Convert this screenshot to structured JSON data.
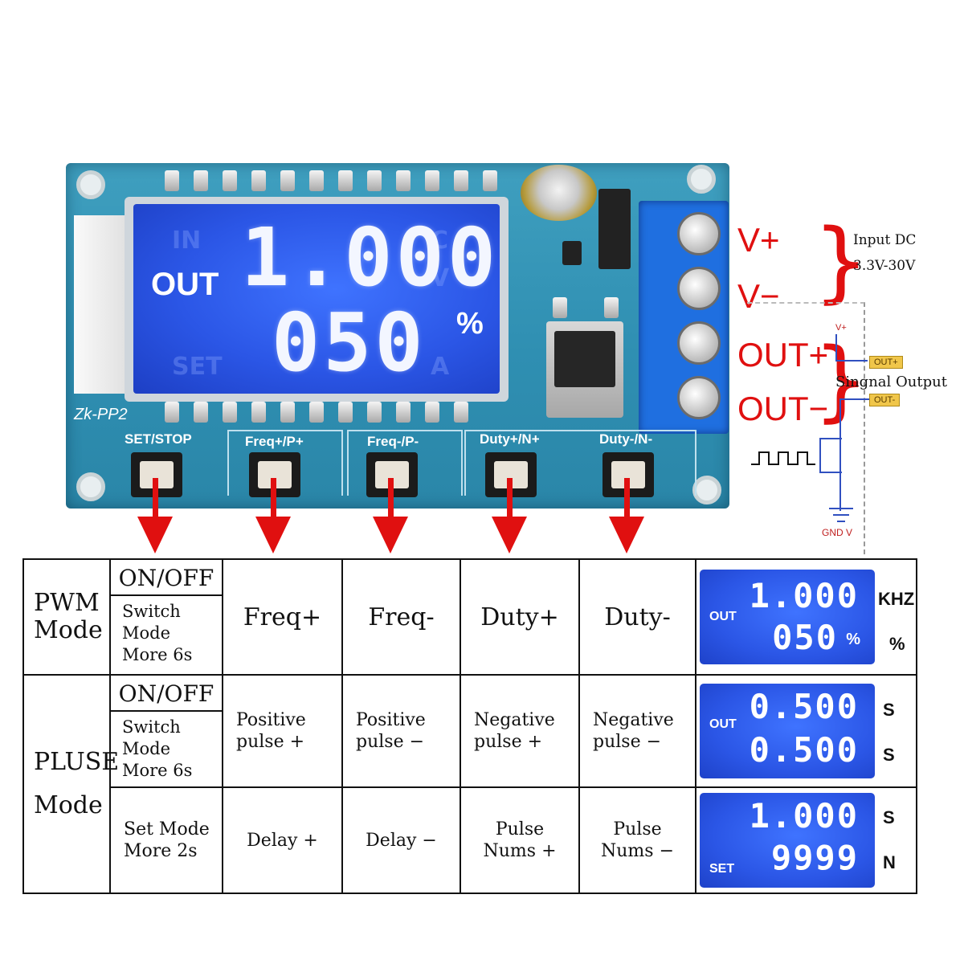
{
  "board": {
    "model": "Zk-PP2",
    "lcd_mode": "OUT",
    "lcd_value_top": "1.000",
    "lcd_value_bottom": "050",
    "lcd_unit": "%"
  },
  "buttons": [
    {
      "label": "SET/STOP"
    },
    {
      "label": "Freq+/P+"
    },
    {
      "label": "Freq-/P-"
    },
    {
      "label": "Duty+/N+"
    },
    {
      "label": "Duty-/N-"
    }
  ],
  "terminals": {
    "v_plus": "V+",
    "v_minus": "V−",
    "out_plus": "OUT+",
    "out_minus": "OUT−",
    "input_title": "Input DC",
    "input_range": "3.3V-30V",
    "signal_output": "Singnal Output",
    "schematic_vplus": "V+",
    "schematic_out_plus": "OUT+",
    "schematic_out_minus": "OUT-",
    "schematic_gnd": "GND V"
  },
  "table": {
    "pwm": {
      "mode_line1": "PWM",
      "mode_line2": "Mode",
      "onoff": "ON/OFF",
      "switch": [
        "Switch",
        "Mode",
        "More 6s"
      ],
      "cells": [
        "Freq+",
        "Freq-",
        "Duty+",
        "Duty-"
      ],
      "display": {
        "label": "OUT",
        "top": "1.000",
        "bottom": "050",
        "bottom_suffix": "%",
        "unit_top": "KHZ",
        "unit_bottom": "%"
      }
    },
    "pluse": {
      "mode_line1": "PLUSE",
      "mode_line2": "Mode",
      "onoff": "ON/OFF",
      "switch": [
        "Switch",
        "Mode",
        "More 6s"
      ],
      "cells": [
        [
          "Positive",
          "pulse +"
        ],
        [
          "Positive",
          "pulse −"
        ],
        [
          "Negative",
          "pulse +"
        ],
        [
          "Negative",
          "pulse −"
        ]
      ],
      "display": {
        "label": "OUT",
        "top": "0.500",
        "bottom": "0.500",
        "unit_top": "S",
        "unit_bottom": "S"
      },
      "set_mode": [
        "Set Mode",
        "More 2s"
      ],
      "set_cells": [
        [
          "Delay +"
        ],
        [
          "Delay −"
        ],
        [
          "Pulse",
          "Nums +"
        ],
        [
          "Pulse",
          "Nums −"
        ]
      ],
      "set_display": {
        "label": "SET",
        "top": "1.000",
        "bottom": "9999",
        "unit_top": "S",
        "unit_bottom": "N"
      }
    }
  }
}
